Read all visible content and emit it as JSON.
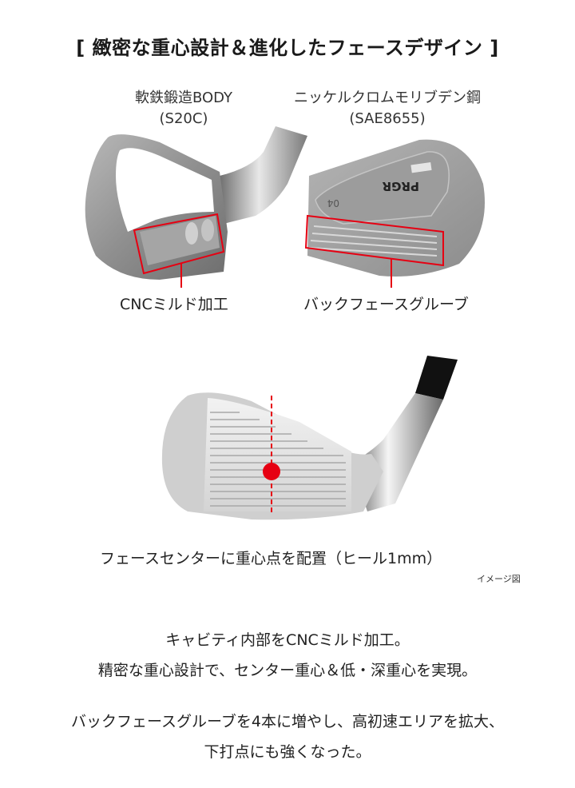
{
  "header": {
    "title": "[ 緻密な重心設計＆進化したフェースデザイン ]"
  },
  "left_head": {
    "material_line1": "軟鉄鍛造BODY",
    "material_line2": "(S20C)",
    "callout": "CNCミルド加工"
  },
  "right_head": {
    "material_line1": "ニッケルクロムモリブデン鋼",
    "material_line2": "(SAE8655)",
    "callout": "バックフェースグルーブ",
    "engraving_brand": "PRGR",
    "engraving_model": "04"
  },
  "face_view": {
    "caption": "フェースセンターに重心点を配置（ヒール1mm）",
    "image_note": "イメージ図"
  },
  "description": {
    "paragraph1_line1": "キャビティ内部をCNCミルド加工。",
    "paragraph1_line2": "精密な重心設計で、センター重心＆低・深重心を実現。",
    "paragraph2_line1": "バックフェースグルーブを4本に増やし、高初速エリアを拡大、",
    "paragraph2_line2": "下打点にも強くなった。"
  },
  "colors": {
    "highlight_red": "#e60012",
    "text": "#222222",
    "steel_light": "#d8d8d8",
    "steel_dark": "#8a8a8a",
    "grip_black": "#111111"
  }
}
